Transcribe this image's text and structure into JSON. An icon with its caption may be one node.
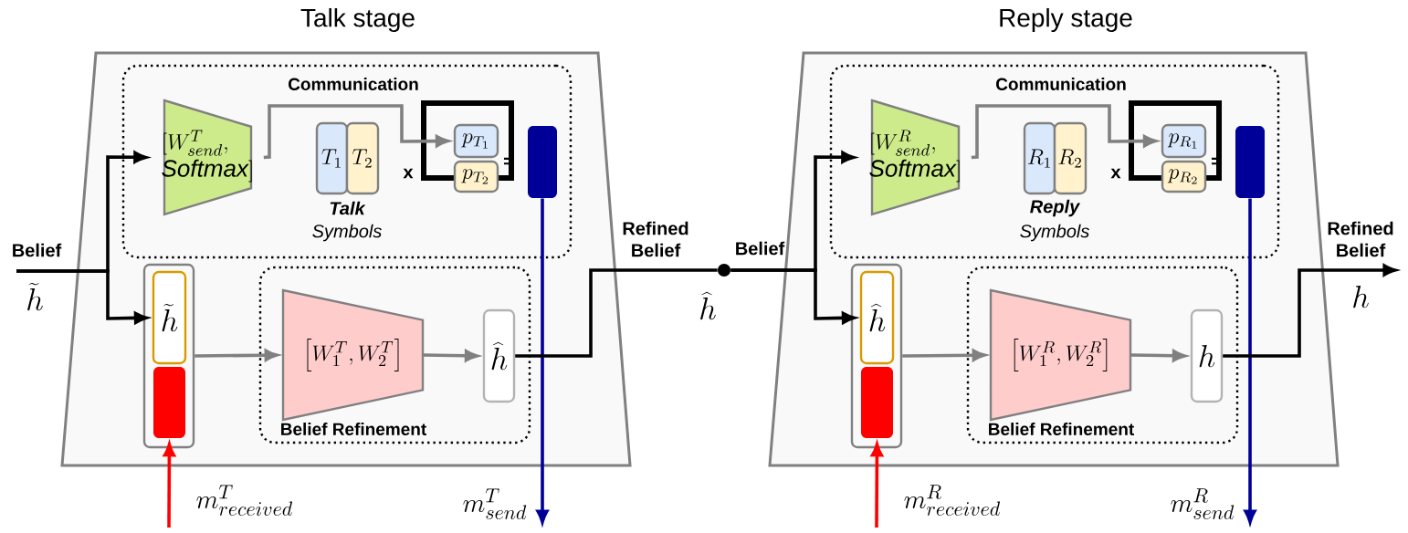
{
  "diagram": {
    "nodes": [
      {
        "text": [
          "Talk stage"
        ]
      },
      {
        "text": [
          "Communication"
        ],
        "in": 0
      },
      {
        "text": [
          "\\begin{array}{l}[W^{T}_{send},\\\\ \\textit{Softmax}]\\end{array}"
        ],
        "in": 1
      },
      {
        "text": [
          "T_1"
        ],
        "in": 1
      },
      {
        "text": [
          "T_2"
        ],
        "in": 1
      },
      {
        "text": [
          "p_{T_1}"
        ],
        "in": 1
      },
      {
        "text": [
          "p_{T_2}"
        ],
        "in": 1
      },
      {
        "text": [],
        "shape": "bar",
        "in": 1
      },
      {
        "text": [],
        "shape": "box",
        "in": 0
      },
      {
        "text": [
          "\\widetilde{h}"
        ],
        "in": 8
      },
      {
        "text": [],
        "shape": "bar",
        "in": 8
      },
      {
        "text": [
          "Belief Refinement"
        ],
        "in": 0
      },
      {
        "text": [
          "\\left[W^{T}_{1}, W^{T}_{2}\\right]"
        ],
        "in": 11
      },
      {
        "text": [
          "\\widehat{h}"
        ],
        "in": 11
      },
      {
        "text": [],
        "shape": "circle"
      },
      {
        "text": [
          "Reply stage"
        ]
      },
      {
        "text": [
          "Communication"
        ],
        "in": 15
      },
      {
        "text": [
          "\\begin{array}{l}[W^{R}_{send},\\\\ \\textit{Softmax}]\\end{array}"
        ],
        "in": 16
      },
      {
        "text": [
          "R_1"
        ],
        "in": 16
      },
      {
        "text": [
          "R_2"
        ],
        "in": 16
      },
      {
        "text": [
          "p_{R_1}"
        ],
        "in": 16
      },
      {
        "text": [
          "p_{R_2}"
        ],
        "in": 16
      },
      {
        "text": [],
        "shape": "bar",
        "in": 16
      },
      {
        "text": [],
        "shape": "box",
        "in": 15
      },
      {
        "text": [
          "\\widehat{h}"
        ],
        "in": 23
      },
      {
        "text": [],
        "shape": "bar",
        "in": 23
      },
      {
        "text": [
          "Belief Refinement"
        ],
        "in": 15
      },
      {
        "text": [
          "\\left[W^{R}_{1}, W^{R}_{2}\\right]"
        ],
        "in": 26
      },
      {
        "text": [
          "h"
        ],
        "in": 26
      },
      {
        "text": [
          "m^{T}_{send}"
        ]
      },
      {
        "text": [
          "m^{R}_{send}"
        ]
      },
      {
        "text": [
          "Refined Belief",
          "h"
        ]
      }
    ],
    "edges": [
      {
        "from": null,
        "to": 2,
        "arrow": "to"
      },
      {
        "from": null,
        "to": 9,
        "arrow": "to"
      },
      {
        "from": 2,
        "to": 5,
        "arrow": "to",
        "color": "#808080"
      },
      {
        "from": 7,
        "to": 29,
        "arrow": "to",
        "color": "#000099"
      },
      {
        "from": null,
        "to": 10,
        "arrow": "to",
        "color": "#ff0000"
      },
      {
        "from": 8,
        "to": 12,
        "arrow": "to",
        "color": "#808080"
      },
      {
        "from": 12,
        "to": 13,
        "arrow": "to",
        "color": "#808080"
      },
      {
        "from": 13,
        "to": 14,
        "arrow": "none"
      },
      {
        "from": 14,
        "to": 17,
        "arrow": "to"
      },
      {
        "from": 14,
        "to": 24,
        "arrow": "to"
      },
      {
        "from": 17,
        "to": 20,
        "arrow": "to",
        "color": "#808080"
      },
      {
        "from": 22,
        "to": 30,
        "arrow": "to",
        "color": "#000099"
      },
      {
        "from": null,
        "to": 25,
        "arrow": "to",
        "color": "#ff0000"
      },
      {
        "from": 23,
        "to": 27,
        "arrow": "to",
        "color": "#808080"
      },
      {
        "from": 27,
        "to": 28,
        "arrow": "to",
        "color": "#808080"
      },
      {
        "from": 28,
        "to": 31,
        "arrow": "to"
      }
    ],
    "labels": [
      "Belief",
      "\\widetilde{h}",
      "Talk",
      "Symbols",
      "x",
      "=",
      "m^{T}_{received}",
      "Refined Belief",
      "\\widehat{h}",
      "Belief",
      "Reply",
      "Symbols",
      "x",
      "=",
      "m^{R}_{received}"
    ]
  }
}
